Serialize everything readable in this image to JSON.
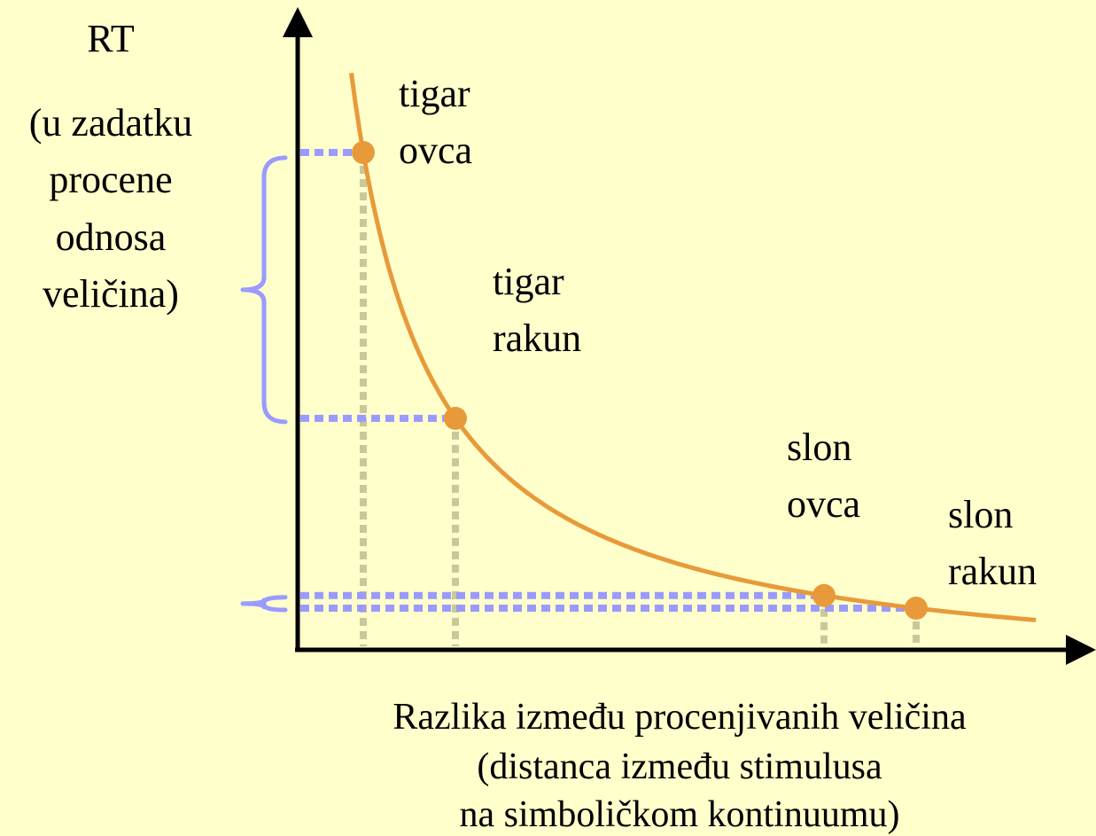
{
  "chart_data": {
    "type": "line",
    "curve": "decreasing",
    "grid": false,
    "ylabel": "RT",
    "ylabel_lines": [
      "(u zadatku",
      "procene",
      "odnosa",
      "veličina)"
    ],
    "xlabel_lines": [
      "Razlika između procenjivanih veličina",
      "(distanca između stimulusa",
      "na simboličkom kontinuumu)"
    ],
    "points": [
      {
        "lines": [
          "tigar",
          "ovca"
        ],
        "x": 1,
        "y": 10
      },
      {
        "lines": [
          "tigar",
          "rakun"
        ],
        "x": 2,
        "y": 6
      },
      {
        "lines": [
          "slon",
          "ovca"
        ],
        "x": 6,
        "y": 1.4
      },
      {
        "lines": [
          "slon",
          "rakun"
        ],
        "x": 7,
        "y": 0.82
      }
    ]
  },
  "colors": {
    "background": "#ffffcc",
    "curve": "#e89a3a",
    "point": "#e89a3a",
    "horizontal_guides": "#9a9aff",
    "vertical_guides": "#c8c89a",
    "brace": "#9a9aff",
    "axis": "#000000"
  }
}
